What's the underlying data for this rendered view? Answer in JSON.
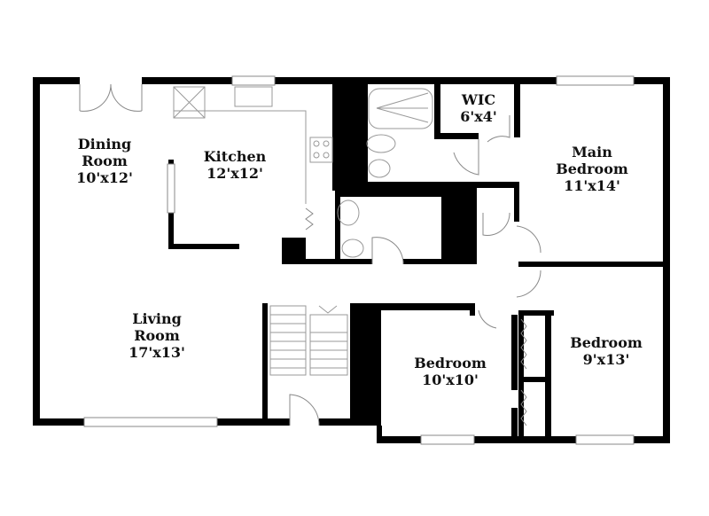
{
  "colors": {
    "wall": "#000000",
    "fixture": "#999999",
    "background": "#ffffff"
  },
  "rooms": [
    {
      "name": "Dining Room",
      "line1": "Dining",
      "line2": "Room",
      "dims": "10'x12'"
    },
    {
      "name": "Kitchen",
      "line1": "Kitchen",
      "line2": "",
      "dims": "12'x12'"
    },
    {
      "name": "WIC",
      "line1": "WIC",
      "line2": "",
      "dims": "6'x4'"
    },
    {
      "name": "Main Bedroom",
      "line1": "Main",
      "line2": "Bedroom",
      "dims": "11'x14'"
    },
    {
      "name": "Living Room",
      "line1": "Living",
      "line2": "Room",
      "dims": "17'x13'"
    },
    {
      "name": "Bedroom",
      "line1": "Bedroom",
      "line2": "",
      "dims": "10'x10'"
    },
    {
      "name": "Bedroom",
      "line1": "Bedroom",
      "line2": "",
      "dims": "9'x13'"
    }
  ]
}
